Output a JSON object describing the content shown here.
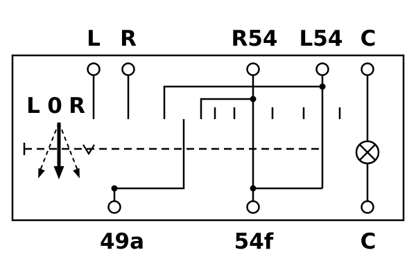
{
  "diagram": {
    "title": "turn-signal-switch-wiring-diagram",
    "top_terminals": {
      "l": "L",
      "r": "R",
      "r54": "R54",
      "l54": "L54",
      "c": "C"
    },
    "bottom_terminals": {
      "t49a": "49a",
      "t54f": "54f",
      "c": "C"
    },
    "lever_positions": {
      "left": "L",
      "neutral": "0",
      "right": "R"
    },
    "icons": {
      "lamp": "indicator-lamp-icon",
      "lever_arrow": "lever-direction-arrow",
      "detent": "neutral-detent-mark"
    },
    "colors": {
      "line": "#000000",
      "background": "#ffffff"
    }
  }
}
